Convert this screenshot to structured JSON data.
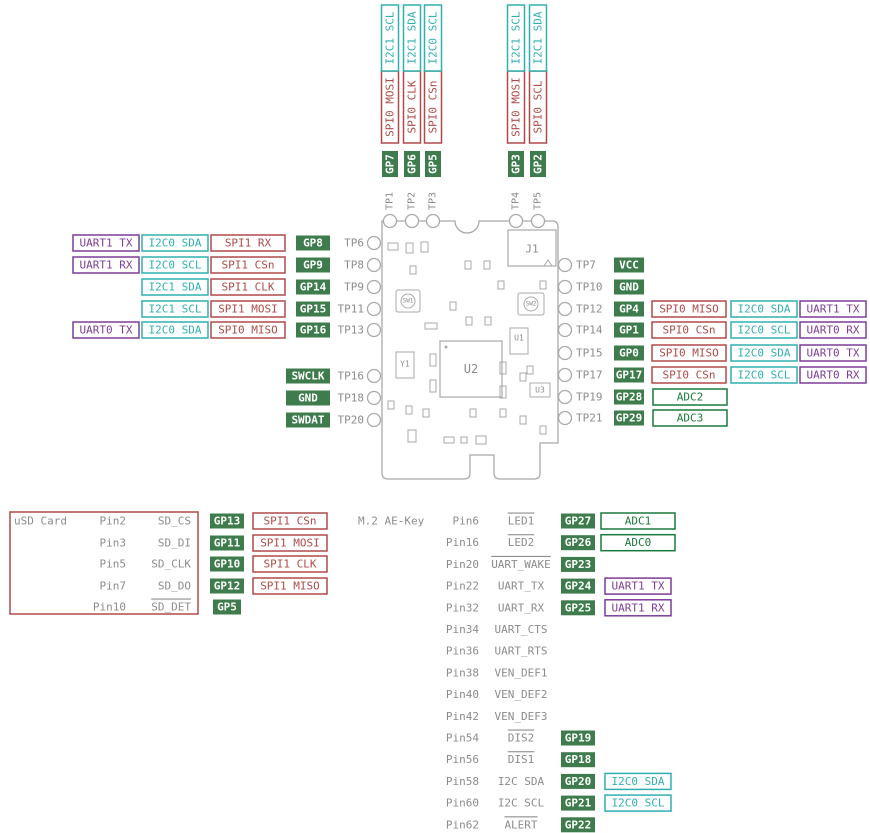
{
  "colors": {
    "gpio_fill": "#3e7c4d",
    "gpio_text": "#ffffff",
    "spi": "#b04a4a",
    "i2c": "#30b0b0",
    "uart": "#7d3c98",
    "adc": "#1a7a3c",
    "outline": "#a9a9a9",
    "label": "#8c8c8c",
    "text": "#333333"
  },
  "board": {
    "top_testpoints": [
      "TP1",
      "TP2",
      "TP3",
      "TP4",
      "TP5"
    ],
    "top_gpio": [
      "GP7",
      "GP6",
      "GP5",
      "GP3",
      "GP2"
    ],
    "top_spi": [
      "SPI0 MOSI",
      "SPI0 CLK",
      "SPI0 CSn",
      "SPI0 MOSI",
      "SPI0 SCL"
    ],
    "top_i2c": [
      "I2C1 SCL",
      "I2C1 SDA",
      "I2C0 SCL",
      "I2C1 SCL",
      "I2C1 SDA"
    ],
    "left_rows": [
      {
        "tp": "TP6",
        "gp": "GP8",
        "spi": "SPI1 RX",
        "i2c": "I2C0 SDA",
        "uart": "UART1 TX"
      },
      {
        "tp": "TP8",
        "gp": "GP9",
        "spi": "SPI1 CSn",
        "i2c": "I2C0 SCL",
        "uart": "UART1 RX"
      },
      {
        "tp": "TP9",
        "gp": "GP14",
        "spi": "SPI1 CLK",
        "i2c": "I2C1 SDA",
        "uart": ""
      },
      {
        "tp": "TP11",
        "gp": "GP15",
        "spi": "SPI1 MOSI",
        "i2c": "I2C1 SCL",
        "uart": ""
      },
      {
        "tp": "TP13",
        "gp": "GP16",
        "spi": "SPI0 MISO",
        "i2c": "I2C0 SDA",
        "uart": "UART0 TX"
      }
    ],
    "left_debug": [
      {
        "tp": "TP16",
        "label": "SWCLK"
      },
      {
        "tp": "TP18",
        "label": "GND"
      },
      {
        "tp": "TP20",
        "label": "SWDAT"
      }
    ],
    "right_rows": [
      {
        "tp": "TP7",
        "gp": "VCC",
        "spi": "",
        "i2c": "",
        "uart": "",
        "adc": ""
      },
      {
        "tp": "TP10",
        "gp": "GND",
        "spi": "",
        "i2c": "",
        "uart": "",
        "adc": ""
      },
      {
        "tp": "TP12",
        "gp": "GP4",
        "spi": "SPI0 MISO",
        "i2c": "I2C0 SDA",
        "uart": "UART1 TX",
        "adc": ""
      },
      {
        "tp": "TP14",
        "gp": "GP1",
        "spi": "SPI0 CSn",
        "i2c": "I2C0 SCL",
        "uart": "UART0 RX",
        "adc": ""
      },
      {
        "tp": "TP15",
        "gp": "GP0",
        "spi": "SPI0 MISO",
        "i2c": "I2C0 SDA",
        "uart": "UART0 TX",
        "adc": ""
      },
      {
        "tp": "TP17",
        "gp": "GP17",
        "spi": "SPI0 CSn",
        "i2c": "I2C0 SCL",
        "uart": "UART0 RX",
        "adc": ""
      },
      {
        "tp": "TP19",
        "gp": "GP28",
        "spi": "",
        "i2c": "",
        "uart": "",
        "adc": "ADC2"
      },
      {
        "tp": "TP21",
        "gp": "GP29",
        "spi": "",
        "i2c": "",
        "uart": "",
        "adc": "ADC3"
      }
    ],
    "components": {
      "j1": "J1",
      "u1": "U1",
      "u2": "U2",
      "u3": "U3",
      "y1": "Y1",
      "sw1": "SW1",
      "sw2": "SW2"
    }
  },
  "sd_card": {
    "title": "uSD Card",
    "rows": [
      {
        "pin": "Pin2",
        "signal": "SD_CS",
        "gp": "GP13",
        "func": "SPI1 CSn",
        "overline": false
      },
      {
        "pin": "Pin3",
        "signal": "SD_DI",
        "gp": "GP11",
        "func": "SPI1 MOSI",
        "overline": false
      },
      {
        "pin": "Pin5",
        "signal": "SD_CLK",
        "gp": "GP10",
        "func": "SPI1 CLK",
        "overline": false
      },
      {
        "pin": "Pin7",
        "signal": "SD_DO",
        "gp": "GP12",
        "func": "SPI1 MISO",
        "overline": false
      },
      {
        "pin": "Pin10",
        "signal": "SD_DET",
        "gp": "GP5",
        "func": "",
        "overline": true
      }
    ]
  },
  "m2": {
    "title": "M.2 AE-Key",
    "rows": [
      {
        "pin": "Pin6",
        "signal": "LED1",
        "overline": true,
        "gp": "GP27",
        "func": "ADC1",
        "kind": "adc"
      },
      {
        "pin": "Pin16",
        "signal": "LED2",
        "overline": true,
        "gp": "GP26",
        "func": "ADC0",
        "kind": "adc"
      },
      {
        "pin": "Pin20",
        "signal": "UART_WAKE",
        "overline": true,
        "gp": "GP23",
        "func": "",
        "kind": ""
      },
      {
        "pin": "Pin22",
        "signal": "UART_TX",
        "overline": false,
        "gp": "GP24",
        "func": "UART1 TX",
        "kind": "uart"
      },
      {
        "pin": "Pin32",
        "signal": "UART_RX",
        "overline": false,
        "gp": "GP25",
        "func": "UART1 RX",
        "kind": "uart"
      },
      {
        "pin": "Pin34",
        "signal": "UART_CTS",
        "overline": false,
        "gp": "",
        "func": "",
        "kind": ""
      },
      {
        "pin": "Pin36",
        "signal": "UART_RTS",
        "overline": false,
        "gp": "",
        "func": "",
        "kind": ""
      },
      {
        "pin": "Pin38",
        "signal": "VEN_DEF1",
        "overline": false,
        "gp": "",
        "func": "",
        "kind": ""
      },
      {
        "pin": "Pin40",
        "signal": "VEN_DEF2",
        "overline": false,
        "gp": "",
        "func": "",
        "kind": ""
      },
      {
        "pin": "Pin42",
        "signal": "VEN_DEF3",
        "overline": false,
        "gp": "",
        "func": "",
        "kind": ""
      },
      {
        "pin": "Pin54",
        "signal": "DIS2",
        "overline": true,
        "gp": "GP19",
        "func": "",
        "kind": ""
      },
      {
        "pin": "Pin56",
        "signal": "DIS1",
        "overline": true,
        "gp": "GP18",
        "func": "",
        "kind": ""
      },
      {
        "pin": "Pin58",
        "signal": "I2C SDA",
        "overline": false,
        "gp": "GP20",
        "func": "I2C0 SDA",
        "kind": "i2c"
      },
      {
        "pin": "Pin60",
        "signal": "I2C SCL",
        "overline": false,
        "gp": "GP21",
        "func": "I2C0 SCL",
        "kind": "i2c"
      },
      {
        "pin": "Pin62",
        "signal": "ALERT",
        "overline": true,
        "gp": "GP22",
        "func": "",
        "kind": ""
      }
    ]
  }
}
